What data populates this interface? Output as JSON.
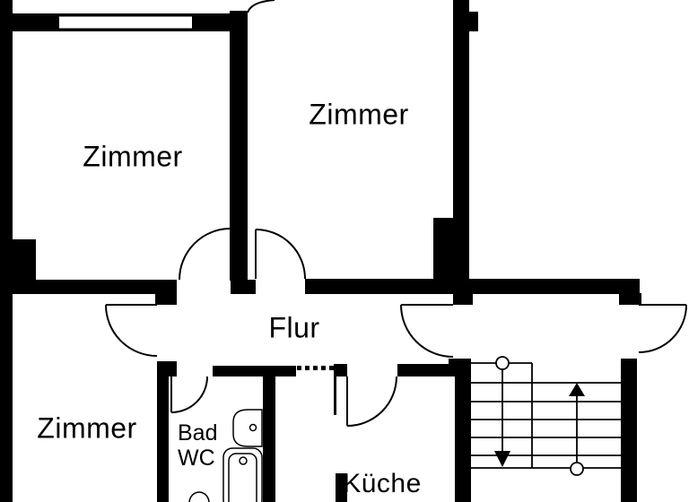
{
  "floor_plan": {
    "background_color": "#ffffff",
    "wall_color": "#000000",
    "line_color": "#000000",
    "labels": {
      "room_top_left": "Zimmer",
      "room_top_middle": "Zimmer",
      "room_bottom_left": "Zimmer",
      "hallway": "Flur",
      "bathroom_line1": "Bad",
      "bathroom_line2": "WC",
      "kitchen": "Küche"
    },
    "features": {
      "window": "window in top wall of top-left room",
      "dashed_opening": "open doorway between hallway and kitchen",
      "staircase": "two-flight stair with up and down arrows",
      "fixtures": [
        "sink",
        "bathtub",
        "toilet"
      ]
    }
  }
}
